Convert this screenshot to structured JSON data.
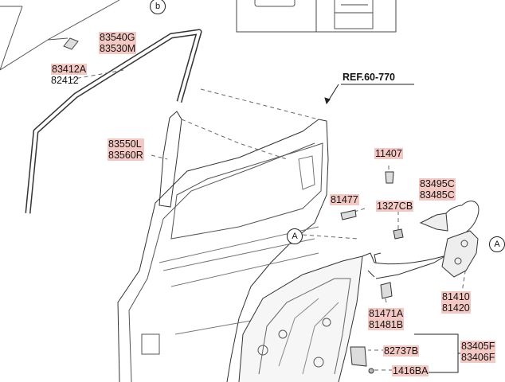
{
  "reference": "REF.60-770",
  "callouts": {
    "a_left": "A",
    "a_right": "A",
    "b_top": "b"
  },
  "parts": {
    "p83540G": "83540G",
    "p83530M": "83530M",
    "p83412A": "83412A",
    "p82412": "82412",
    "p83550L": "83550L",
    "p83560R": "83560R",
    "p11407": "11407",
    "p83495C": "83495C",
    "p83485C": "83485C",
    "p81477": "81477",
    "p1327CB": "1327CB",
    "p81410": "81410",
    "p81420": "81420",
    "p81471A": "81471A",
    "p81481B": "81481B",
    "p82737B": "82737B",
    "p1416BA": "1416BA",
    "p83405F": "83405F",
    "p83406F": "83406F"
  },
  "colors": {
    "highlight": "#f4c9c3",
    "line": "#333333"
  }
}
